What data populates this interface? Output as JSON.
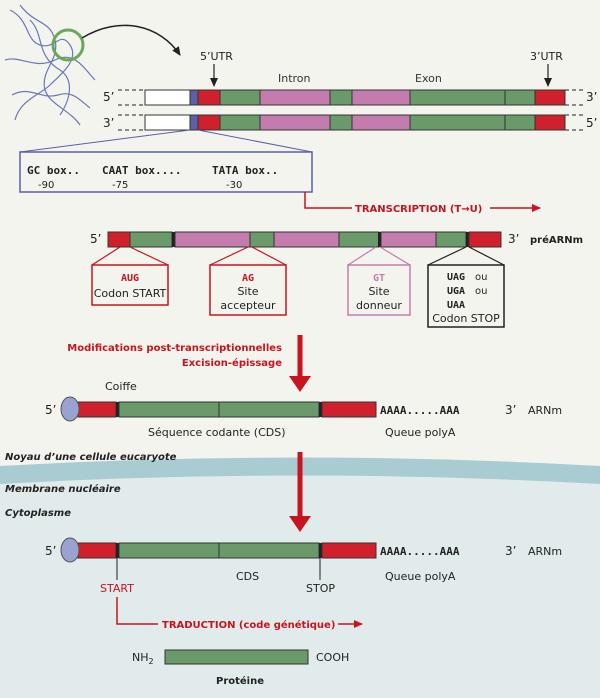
{
  "colors": {
    "red": "#d0202c",
    "green": "#6a9a6a",
    "pink": "#c47bae",
    "blue": "#5a5faa",
    "membrane": "#a9ccd3",
    "cytoplasm": "#e2ebeb",
    "nucleus": "#f4f4ee",
    "text_red": "#c8141e",
    "cap": "#9aa2cf"
  },
  "dna": {
    "five_prime": "5’",
    "three_prime": "3’",
    "utr5": "5’UTR",
    "intron": "Intron",
    "exon": "Exon",
    "utr3": "3’UTR"
  },
  "promoter": {
    "gc": "GC box..",
    "caat": "CAAT box....",
    "tata": "TATA box..",
    "pos_gc": "-90",
    "pos_caat": "-75",
    "pos_tata": "-30"
  },
  "transcription": "TRANSCRIPTION (T→U)",
  "pre_mrna": {
    "five": "5’",
    "three": "3’",
    "label": "préARNm"
  },
  "boxes": {
    "start_codon": "AUG",
    "start_label": "Codon START",
    "acceptor_codon": "AG",
    "acceptor_l1": "Site",
    "acceptor_l2": "accepteur",
    "donor_codon": "GT",
    "donor_l1": "Site",
    "donor_l2": "donneur",
    "stop_c1": "UAG",
    "stop_c2": "UGA",
    "stop_c3": "UAA",
    "stop_or": "ou",
    "stop_label": "Codon STOP"
  },
  "modifications": {
    "line1": "Modifications post-transcriptionnelles",
    "line2": "Excision-épissage"
  },
  "mrna1": {
    "five": "5’",
    "cap": "Coiffe",
    "polya": "AAAA.....AAA",
    "three": "3’",
    "label": "ARNm",
    "cds": "Séquence codante (CDS)",
    "queue": "Queue polyA"
  },
  "nucleus_label": "Noyau d’une cellule eucaryote",
  "membrane_label": "Membrane nucléaire",
  "cytoplasm_label": "Cytoplasme",
  "mrna2": {
    "five": "5’",
    "polya": "AAAA.....AAA",
    "three": "3’",
    "label": "ARNm",
    "start": "START",
    "cds": "CDS",
    "stop": "STOP",
    "queue": "Queue polyA"
  },
  "translation": "TRADUCTION (code génétique)",
  "protein": {
    "nh2": "NH",
    "nh2_sub": "2",
    "cooh": "COOH",
    "label": "Protéine"
  }
}
